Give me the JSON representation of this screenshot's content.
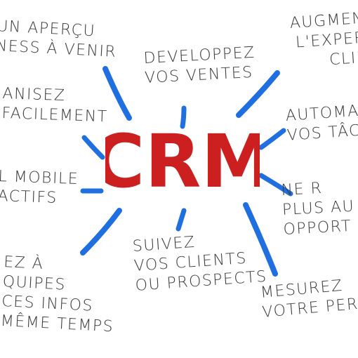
{
  "center": {
    "title": "CRM",
    "color": "#cc1f1f"
  },
  "ray_color": "#1f6fe0",
  "notes": [
    {
      "id": "top-left",
      "text": "UN APERÇU\nNESS À VENIR"
    },
    {
      "id": "left-1",
      "text": "ANISEZ\nFACILEMENT"
    },
    {
      "id": "left-2",
      "text": "L MOBILE\nACTIFS"
    },
    {
      "id": "bottom-left",
      "text": "EZ À\nQUIPES\nCES INFOS\nMÊME TEMPS"
    },
    {
      "id": "top-center",
      "text": "DEVELOPPEZ\nVOS VENTES"
    },
    {
      "id": "bottom-center",
      "text": "SUIVEZ\nVOS CLIENTS\nOU PROSPECTS"
    },
    {
      "id": "top-right",
      "text": "AUGMEN\nL'EXPER\nCLIE"
    },
    {
      "id": "right-1",
      "text": "AUTOMA\nVOS TÂC"
    },
    {
      "id": "right-2",
      "text": "NE R\nPLUS AU\nOPPORT"
    },
    {
      "id": "bottom-right",
      "text": "MESUREZ\nVOTRE PERFO"
    }
  ]
}
